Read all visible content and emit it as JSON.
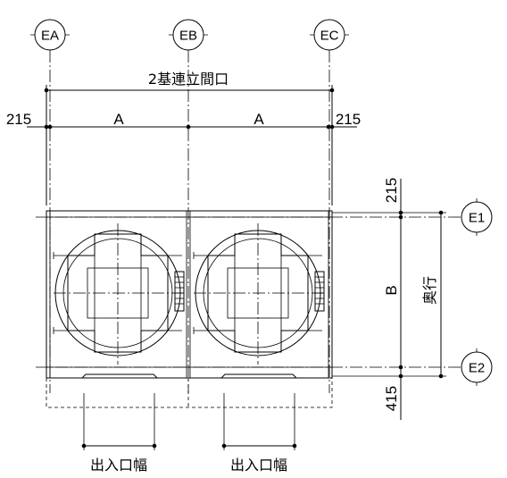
{
  "grid_bubbles": {
    "top": [
      "EA",
      "EB",
      "EC"
    ],
    "right": [
      "E1",
      "E2"
    ]
  },
  "dimensions": {
    "overall_width_label": "2基連立間口",
    "left_edge": "215",
    "right_edge": "215",
    "bay_a_left": "A",
    "bay_a_right": "A",
    "depth_b": "B",
    "depth_label": "奥行",
    "top_edge": "215",
    "bottom_edge": "415",
    "door_width_left": "出入口幅",
    "door_width_right": "出入口幅"
  }
}
